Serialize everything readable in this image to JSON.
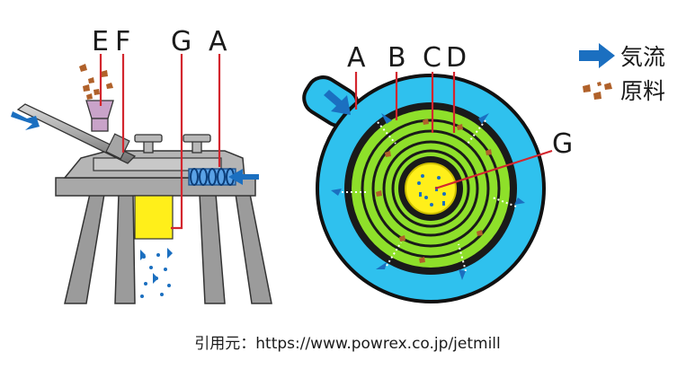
{
  "left_diagram": {
    "labels": [
      "E",
      "F",
      "G",
      "A"
    ]
  },
  "right_diagram": {
    "labels": [
      "A",
      "B",
      "C",
      "D",
      "G"
    ]
  },
  "legend": {
    "airflow_label": "気流",
    "material_label": "原料",
    "airflow_icon": "arrow-icon",
    "material_icon": "particles-icon"
  },
  "caption": "引用元：https://www.powrex.co.jp/jetmill",
  "colors": {
    "air_blue": "#1b6fc0",
    "chamber_cyan": "#2fc1ee",
    "grinding_green": "#8ee02a",
    "product_yellow": "#ffef1a",
    "material_brown": "#b0612a",
    "leader_red": "#d3262e",
    "body_gray": "#9a9a9a"
  }
}
